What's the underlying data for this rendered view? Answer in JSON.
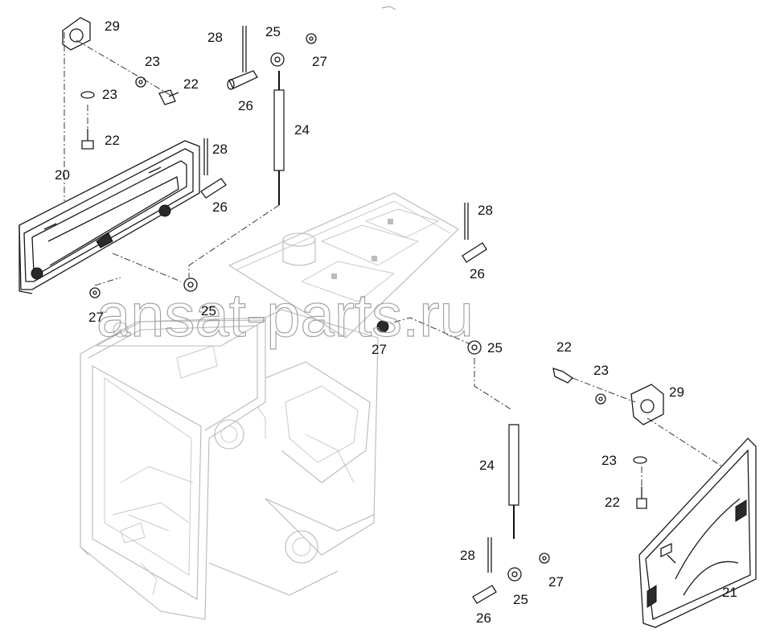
{
  "watermark": "ansat-parts.ru",
  "callouts": [
    {
      "id": "c29a",
      "text": "29"
    },
    {
      "id": "c28a",
      "text": "28"
    },
    {
      "id": "c25a",
      "text": "25"
    },
    {
      "id": "c27a",
      "text": "27"
    },
    {
      "id": "c23a",
      "text": "23"
    },
    {
      "id": "c22a",
      "text": "22"
    },
    {
      "id": "c23b",
      "text": "23"
    },
    {
      "id": "c26a",
      "text": "26"
    },
    {
      "id": "c24a",
      "text": "24"
    },
    {
      "id": "c22b",
      "text": "22"
    },
    {
      "id": "c28b",
      "text": "28"
    },
    {
      "id": "c20",
      "text": "20"
    },
    {
      "id": "c26b",
      "text": "26"
    },
    {
      "id": "c28c",
      "text": "28"
    },
    {
      "id": "c26c",
      "text": "26"
    },
    {
      "id": "c27b",
      "text": "27"
    },
    {
      "id": "c25b",
      "text": "25"
    },
    {
      "id": "c27c",
      "text": "27"
    },
    {
      "id": "c25c",
      "text": "25"
    },
    {
      "id": "c22c",
      "text": "22"
    },
    {
      "id": "c23c",
      "text": "23"
    },
    {
      "id": "c29b",
      "text": "29"
    },
    {
      "id": "c24b",
      "text": "24"
    },
    {
      "id": "c23d",
      "text": "23"
    },
    {
      "id": "c22d",
      "text": "22"
    },
    {
      "id": "c28d",
      "text": "28"
    },
    {
      "id": "c27d",
      "text": "27"
    },
    {
      "id": "c25d",
      "text": "25"
    },
    {
      "id": "c21",
      "text": "21"
    },
    {
      "id": "c26d",
      "text": "26"
    }
  ]
}
